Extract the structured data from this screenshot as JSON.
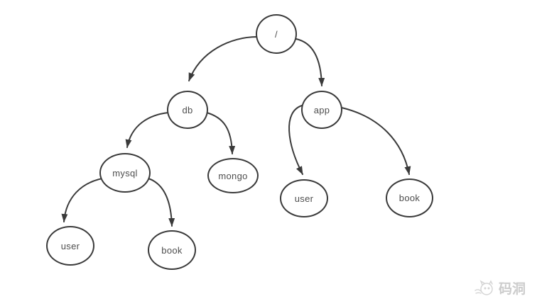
{
  "diagram": {
    "type": "tree",
    "nodes": [
      {
        "id": "root",
        "label": "/"
      },
      {
        "id": "db",
        "label": "db"
      },
      {
        "id": "app",
        "label": "app"
      },
      {
        "id": "mysql",
        "label": "mysql"
      },
      {
        "id": "mongo",
        "label": "mongo"
      },
      {
        "id": "mysql-user",
        "label": "user"
      },
      {
        "id": "mysql-book",
        "label": "book"
      },
      {
        "id": "app-user",
        "label": "user"
      },
      {
        "id": "app-book",
        "label": "book"
      }
    ],
    "edges": [
      {
        "from": "root",
        "to": "db"
      },
      {
        "from": "root",
        "to": "app"
      },
      {
        "from": "db",
        "to": "mysql"
      },
      {
        "from": "db",
        "to": "mongo"
      },
      {
        "from": "mysql",
        "to": "mysql-user"
      },
      {
        "from": "mysql",
        "to": "mysql-book"
      },
      {
        "from": "app",
        "to": "app-user"
      },
      {
        "from": "app",
        "to": "app-book"
      }
    ]
  },
  "watermark": {
    "text": "码洞"
  },
  "colors": {
    "stroke": "#3a3a3a",
    "label": "#4d4d4d",
    "watermark": "#cccccc",
    "background": "#ffffff"
  }
}
